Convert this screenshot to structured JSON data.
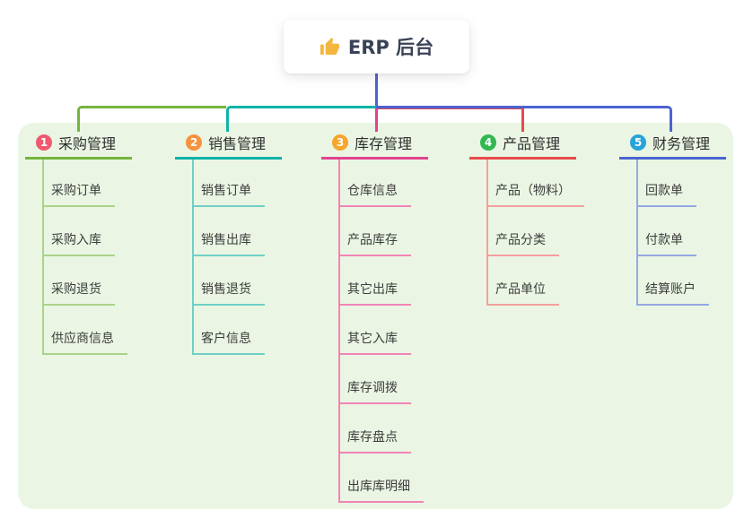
{
  "root": {
    "label": "ERP 后台",
    "icon": "thumbs-up"
  },
  "colors": {
    "panel_background": "#eaf6e3",
    "root_connector": "#4c63d2",
    "branch_lines": [
      "#76b43e",
      "#0db3a7",
      "#e2428e",
      "#e84a4d",
      "#4a66d0"
    ],
    "branch_sub_lines": [
      "#a9d38a",
      "#6fcfc7",
      "#f184b6",
      "#f49f9f",
      "#94a8e3"
    ],
    "badge_colors": [
      "#ee5a6f",
      "#f7923f",
      "#f7a52b",
      "#31b850",
      "#27a4db"
    ],
    "thumb_icon": "#f5b63e"
  },
  "branches": [
    {
      "badge": "1",
      "label": "采购管理",
      "items": [
        "采购订单",
        "采购入库",
        "采购退货",
        "供应商信息"
      ]
    },
    {
      "badge": "2",
      "label": "销售管理",
      "items": [
        "销售订单",
        "销售出库",
        "销售退货",
        "客户信息"
      ]
    },
    {
      "badge": "3",
      "label": "库存管理",
      "items": [
        "仓库信息",
        "产品库存",
        "其它出库",
        "其它入库",
        "库存调拨",
        "库存盘点",
        "出库库明细"
      ]
    },
    {
      "badge": "4",
      "label": "产品管理",
      "items": [
        "产品（物料）",
        "产品分类",
        "产品单位"
      ]
    },
    {
      "badge": "5",
      "label": "财务管理",
      "items": [
        "回款单",
        "付款单",
        "结算账户"
      ]
    }
  ]
}
